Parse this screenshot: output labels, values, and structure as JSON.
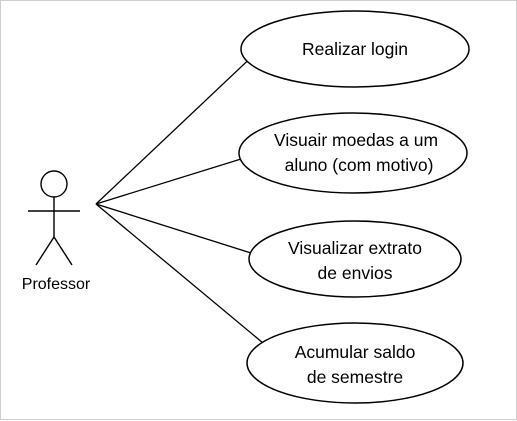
{
  "actor": {
    "name": "Professor"
  },
  "use_cases": [
    {
      "line1": "Realizar login",
      "line2": ""
    },
    {
      "line1": "Visuair moedas a um",
      "line2": "aluno (com motivo)"
    },
    {
      "line1": "Visualizar extrato",
      "line2": "de envios"
    },
    {
      "line1": "Acumular saldo",
      "line2": "de semestre"
    }
  ]
}
